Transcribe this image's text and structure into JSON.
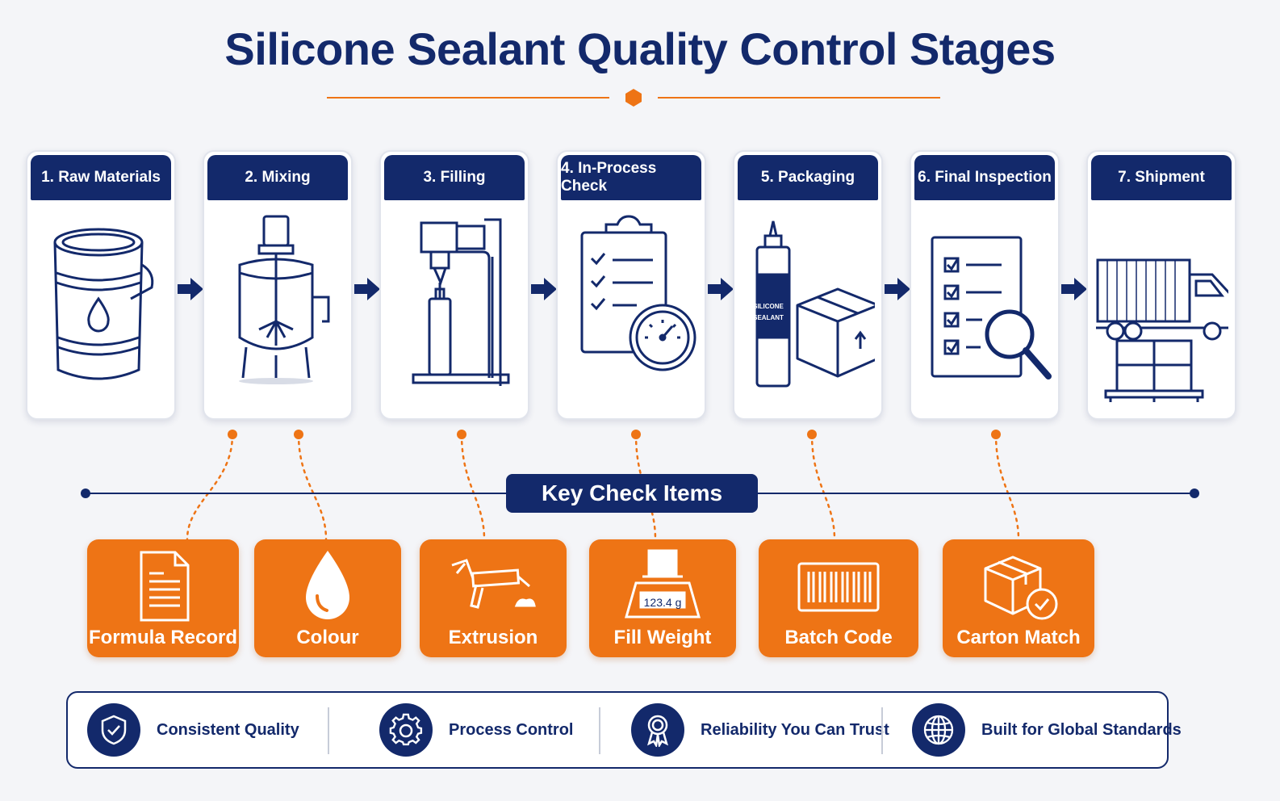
{
  "title": "Silicone Sealant Quality Control Stages",
  "colors": {
    "navy": "#13296b",
    "orange": "#ee7415",
    "background": "#f4f5f8"
  },
  "stages": [
    {
      "label": "1. Raw Materials",
      "icon": "barrel-icon"
    },
    {
      "label": "2. Mixing",
      "icon": "mixer-tank-icon"
    },
    {
      "label": "3. Filling",
      "icon": "filling-machine-icon"
    },
    {
      "label": "4. In-Process Check",
      "icon": "clipboard-gauge-icon"
    },
    {
      "label": "5. Packaging",
      "icon": "cartridge-box-icon",
      "cartridge_text": [
        "SILICONE",
        "SEALANT"
      ]
    },
    {
      "label": "6. Final Inspection",
      "icon": "checklist-magnifier-icon"
    },
    {
      "label": "7. Shipment",
      "icon": "truck-pallet-icon"
    }
  ],
  "key_check": {
    "heading": "Key Check Items",
    "items": [
      {
        "label": "Formula Record",
        "icon": "document-icon"
      },
      {
        "label": "Colour",
        "icon": "droplet-icon"
      },
      {
        "label": "Extrusion",
        "icon": "caulk-gun-icon"
      },
      {
        "label": "Fill Weight",
        "icon": "scale-icon",
        "readout": "123.4 g"
      },
      {
        "label": "Batch Code",
        "icon": "barcode-icon"
      },
      {
        "label": "Carton Match",
        "icon": "box-check-icon"
      }
    ]
  },
  "features": [
    {
      "label": "Consistent Quality",
      "icon": "shield-check-icon"
    },
    {
      "label": "Process Control",
      "icon": "gear-icon"
    },
    {
      "label": "Reliability You Can Trust",
      "icon": "award-ribbon-icon"
    },
    {
      "label": "Built for Global Standards",
      "icon": "globe-icon"
    }
  ]
}
